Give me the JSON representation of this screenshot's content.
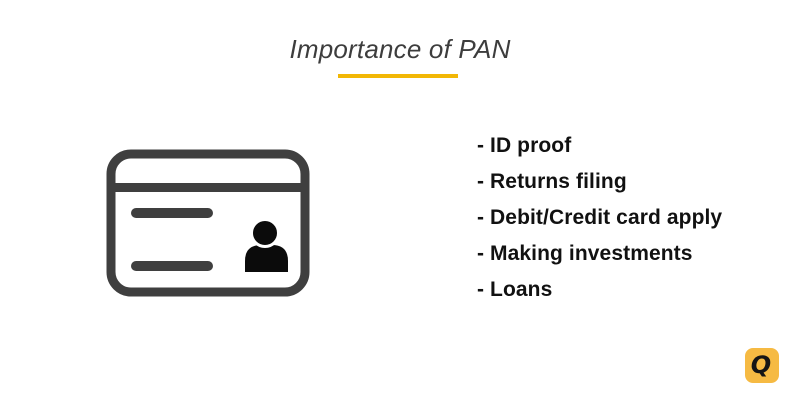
{
  "page": {
    "background": "#FFFFFF"
  },
  "header": {
    "title": "Importance of PAN",
    "title_color": "#3D3D3D",
    "underline_color": "#F2B705"
  },
  "card_icon": {
    "name": "pan-card-icon",
    "stroke_color": "#3F3F3F",
    "person_color": "#0B0B0B"
  },
  "benefits": {
    "text_color": "#111111",
    "items": [
      "- ID proof",
      "- Returns filing",
      "- Debit/Credit card apply",
      "- Making investments",
      "- Loans"
    ]
  },
  "logo": {
    "letter": "Q",
    "background": "#F6BA43",
    "letter_color": "#151515"
  }
}
